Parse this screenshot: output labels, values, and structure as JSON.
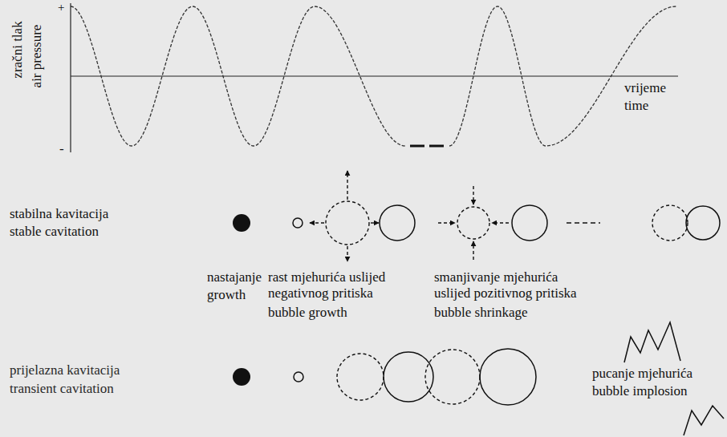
{
  "diagram": {
    "labels": [
      "zračni tlak",
      "air pressure",
      "+",
      "-",
      "vrijeme",
      "time",
      "stabilna kavitacija",
      "stable cavitation",
      "nastajanje",
      "growth",
      "rast mjehurića uslijed negativnog pritiska",
      "bubble growth",
      "smanjivanje mjehurića uslijed pozitivnog pritiska",
      "bubble shrinkage",
      "prijelazna kavitacija",
      "transient cavitation",
      "pucanje mjehurića",
      "bubble implosion"
    ]
  }
}
